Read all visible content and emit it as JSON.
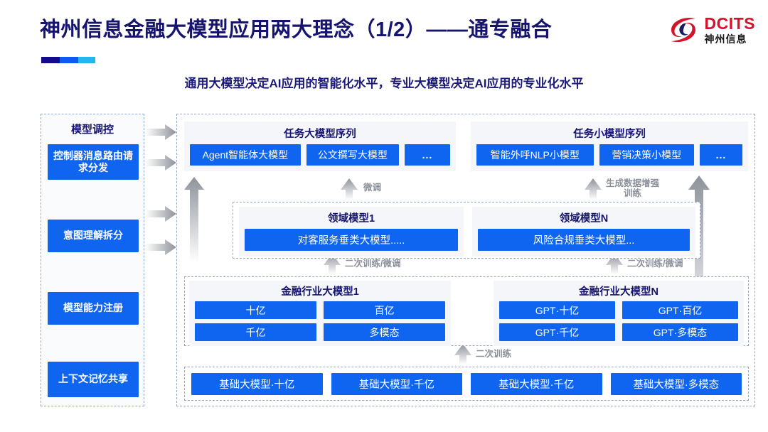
{
  "header": {
    "title": "神州信息金融大模型应用两大理念（1/2）——通专融合",
    "subtitle": "通用大模型决定AI应用的智能化水平，专业大模型决定AI应用的专业化水平",
    "accent_colors": {
      "dark": "#140a8c",
      "mid": "#0d59f2",
      "light": "#23b6ef"
    },
    "logo": {
      "en": "DCITS",
      "cn": "神州信息",
      "mark_color": "#d4122a"
    }
  },
  "sidebar": {
    "title": "模型调控",
    "items": [
      {
        "label": "控制器消息路由请求分发"
      },
      {
        "label": "意图理解拆分"
      },
      {
        "label": "模型能力注册"
      },
      {
        "label": "上下文记忆共享"
      }
    ]
  },
  "arrows_in": [
    "arrow-right-1",
    "arrow-right-2",
    "arrow-right-3",
    "arrow-right-4"
  ],
  "main": {
    "task_big": {
      "title": "任务大模型序列",
      "chips": [
        "Agent智能体大模型",
        "公文撰写大模型",
        "..."
      ]
    },
    "task_small": {
      "title": "任务小模型序列",
      "chips": [
        "智能外呼NLP小模型",
        "营销决策小模型",
        "..."
      ]
    },
    "domain": [
      {
        "title": "领域模型1",
        "bar": "对客服务垂类大模型....."
      },
      {
        "title": "领域模型N",
        "bar": "风险合规垂类大模型..."
      }
    ],
    "finance": [
      {
        "title": "金融行业大模型1",
        "cells": [
          "十亿",
          "百亿",
          "千亿",
          "多模态"
        ]
      },
      {
        "title": "金融行业大模型N",
        "cells": [
          "GPT·十亿",
          "GPT·百亿",
          "GPT·千亿",
          "GPT·多模态"
        ]
      }
    ],
    "base": [
      "基础大模型·十亿",
      "基础大模型·千亿",
      "基础大模型·千亿",
      "基础大模型·多模态"
    ],
    "connector_labels": {
      "fine_tune": "微调",
      "data_aug": "生成数据增强\n训练",
      "retrain_left": "二次训练/微调",
      "retrain_right": "二次训练/微调",
      "retrain_base": "二次训练"
    }
  },
  "colors": {
    "chip_blue": "#1065f0",
    "panel_gray": "#f4f6f9",
    "title_navy": "#16146e",
    "dash_border": "#9aa7c4",
    "arrow_gray": "#9b9fa6"
  }
}
